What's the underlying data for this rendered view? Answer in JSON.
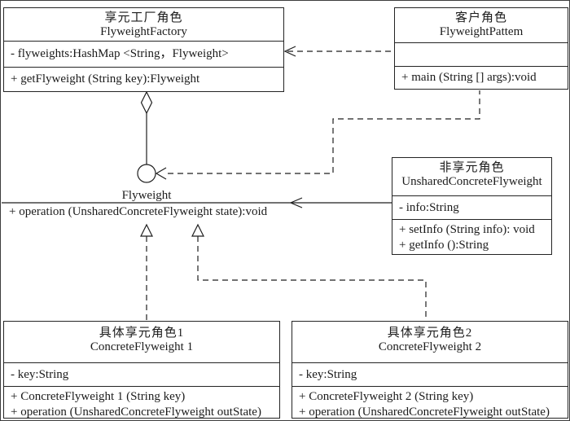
{
  "diagram": {
    "factory": {
      "title_zh": "享元工厂角色",
      "title_en": "FlyweightFactory",
      "attributes": [
        "- flyweights:HashMap <String，Flyweight>"
      ],
      "methods": [
        "+ getFlyweight (String key):Flyweight"
      ]
    },
    "client": {
      "title_zh": "客户角色",
      "title_en": "FlyweightPattem",
      "attributes": [],
      "methods": [
        "+ main (String [] args):void"
      ]
    },
    "iface": {
      "name": "Flyweight",
      "operation": "+ operation (UnsharedConcreteFlyweight state):void"
    },
    "unshared": {
      "title_zh": "非享元角色",
      "title_en": "UnsharedConcreteFlyweight",
      "attributes": [
        "- info:String"
      ],
      "methods": [
        "+ setInfo (String info): void",
        "+ getInfo ():String"
      ]
    },
    "concrete1": {
      "title_zh": "具体享元角色1",
      "title_en": "ConcreteFlyweight  1",
      "attributes": [
        "- key:String"
      ],
      "methods": [
        "+ ConcreteFlyweight  1 (String key)",
        "+ operation (UnsharedConcreteFlyweight outState)"
      ]
    },
    "concrete2": {
      "title_zh": "具体享元角色2",
      "title_en": "ConcreteFlyweight  2",
      "attributes": [
        "- key:String"
      ],
      "methods": [
        "+ ConcreteFlyweight  2 (String key)",
        "+ operation (UnsharedConcreteFlyweight outState)"
      ]
    },
    "colors": {
      "line": "#1f1f1f",
      "background": "#ffffff"
    }
  }
}
